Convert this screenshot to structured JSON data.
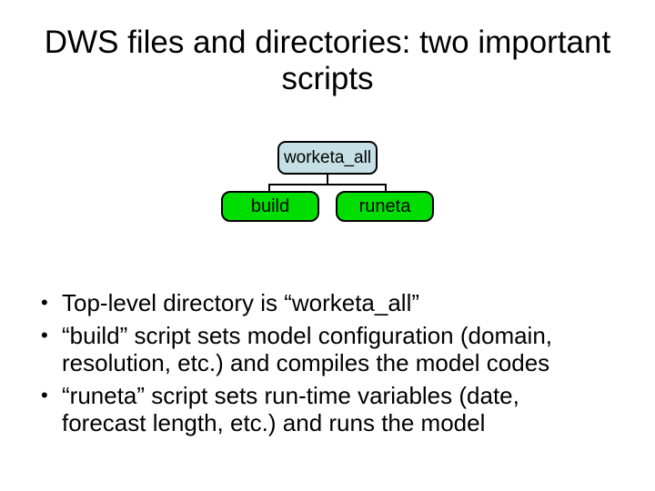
{
  "title": {
    "lines": [
      "DWS files and directories: two important",
      "scripts"
    ]
  },
  "diagram": {
    "root": {
      "label": "worketa_all",
      "fill": "#c5e0e4"
    },
    "children": [
      {
        "label": "build",
        "fill": "#00dd00"
      },
      {
        "label": "runeta",
        "fill": "#00dd00"
      }
    ],
    "connector_color": "#000000"
  },
  "bullets": {
    "marker": "•",
    "items": [
      {
        "lines": [
          "Top-level directory is “worketa_all”"
        ]
      },
      {
        "lines": [
          "“build” script sets model configuration (domain,",
          "resolution, etc.) and compiles the model codes"
        ]
      },
      {
        "lines": [
          "“runeta” script sets run-time variables (date,",
          "forecast length, etc.) and runs the model"
        ]
      }
    ]
  },
  "colors": {
    "background": "#ffffff",
    "text": "#000000",
    "root_box_fill": "#c5e0e4",
    "child_box_fill": "#00dd00",
    "box_border": "#000000"
  }
}
